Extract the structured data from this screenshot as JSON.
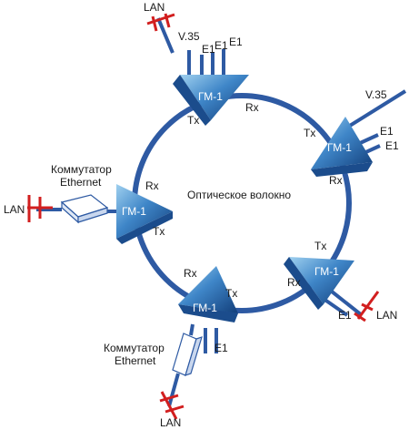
{
  "diagram": {
    "ring_label": "Оптическое волокно",
    "nodes": [
      {
        "name": "ГМ-1",
        "rx": "Rx",
        "tx": "Tx"
      },
      {
        "name": "ГМ-1",
        "rx": "Rx",
        "tx": "Tx"
      },
      {
        "name": "ГМ-1",
        "rx": "Rx",
        "tx": "Tx"
      },
      {
        "name": "ГМ-1",
        "rx": "Rx",
        "tx": "Tx"
      },
      {
        "name": "ГМ-1",
        "rx": "Rx",
        "tx": "Tx"
      }
    ],
    "interfaces": {
      "lan": "LAN",
      "e1": "E1",
      "v35": "V.35"
    },
    "switch": {
      "line1": "Коммутатор",
      "line2": "Ethernet"
    }
  },
  "colors": {
    "ring": "#2e5aa3",
    "lan_marker": "#d21f1f",
    "device": "#2f6eb5"
  }
}
